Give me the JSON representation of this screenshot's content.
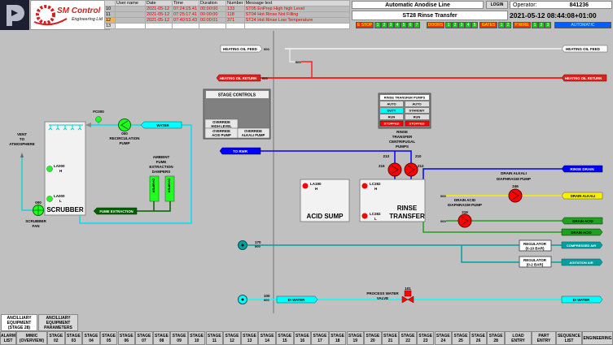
{
  "header": {
    "logo_text": "SM Control",
    "logo_sub": "Engineering Ltd",
    "app_title": "Automatic Anodise Line",
    "login": "LOGIN",
    "operator_label": "Operator:",
    "operator": "841236",
    "screen_title": "ST28 Rinse Transfer",
    "datetime": "2021-05-12 08:44:08+01:00"
  },
  "alarms": {
    "columns": [
      "",
      "User name",
      "Date",
      "Time",
      "Duration",
      "Number",
      "Message text"
    ],
    "rows": [
      {
        "n": "10",
        "user": "",
        "date": "2021-05-12",
        "time": "07:24:15.41",
        "duration": "00:00:00",
        "number": "133",
        "msg": "ST05 EnPrep High high Level"
      },
      {
        "n": "11",
        "user": "",
        "date": "2021-05-12",
        "time": "07:25:17.41",
        "duration": "00:00:00",
        "number": "118",
        "msg": "ST04 Hot Rinse Not Filling"
      },
      {
        "n": "12",
        "user": "",
        "date": "2021-05-12",
        "time": "07:40:53.43",
        "duration": "00:00:01",
        "number": "371",
        "msg": "ST24 Hot Rinse Low Temperature"
      },
      {
        "n": "13",
        "user": "",
        "date": "",
        "time": "",
        "duration": "",
        "number": "",
        "msg": ""
      }
    ]
  },
  "status": {
    "estop": "E STOP",
    "estop_items": [
      "1",
      "2",
      "3",
      "4",
      "5",
      "6",
      "7"
    ],
    "doors": "DOORS",
    "doors_items": [
      "1",
      "2",
      "3",
      "4",
      "5"
    ],
    "gates": "GATES",
    "gates_items": [
      "1",
      "2"
    ],
    "pwire": "P.WIRE",
    "pwire_items": [
      "1",
      "2",
      "3"
    ],
    "mode": "AUTOMATIC"
  },
  "colors": {
    "alarm": "#e00000",
    "heating_return": "#ff2020",
    "rwr": "#0000ff",
    "drain_alkali": "#f8f000",
    "drain_acid": "#20a020",
    "air": "#00a0a0",
    "di_water": "#00ffff",
    "pump_running": "#20ff20",
    "pump_stopped": "#ff0000"
  },
  "mimic": {
    "heating_oil_feed": "HEATING OIL FEED",
    "heating_oil_return": "HEATING OIL RETURN",
    "tag000": "000",
    "stage_controls": {
      "title": "STAGE CONTROLS",
      "override_high_level": [
        "OVERRIDE",
        "HIGH LEVEL"
      ],
      "override_acid": [
        "OVERRIDE",
        "ACID PUMP"
      ],
      "override_alkali": [
        "OVERRIDE",
        "ALKALI PUMP"
      ]
    },
    "pumps_panel": {
      "title": "RINSE TRANSFER PUMPS",
      "p1": [
        "AUTO",
        "DUTY",
        "RUN",
        "STOPPED"
      ],
      "p2": [
        "AUTO",
        "STANDBY",
        "RUN",
        "STOPPED"
      ]
    },
    "pumps_label": [
      "RINSE",
      "TRANSFER",
      "CENTRIFUGAL",
      "PUMPS"
    ],
    "to_rwr": "TO RWR",
    "v213": "213",
    "v210": "210",
    "p215": "215",
    "v212": "212",
    "acid_sump": {
      "label": "ACID SUMP",
      "sensor": "LA190",
      "h": "H"
    },
    "rinse_transfer": {
      "label": [
        "RINSE",
        "TRANSFER"
      ],
      "sensor": "LC282",
      "h": "H",
      "l": "L"
    },
    "rinse_drain": "RINSE DRAIN",
    "drain_alkali": "DRAIN ALKALI",
    "drain_acid": "DRAIN ACID",
    "alkali_pump": {
      "label": [
        "DRAIN ALKALI",
        "DIAPHRAGM PUMP"
      ],
      "id": "246"
    },
    "acid_pump": {
      "label": [
        "DRAIN ACID",
        "DIAPHRAGM PUMP"
      ],
      "id": "219"
    },
    "compressed_air": "COMPRESSED AIR",
    "agitation_air": "AGITATION AIR",
    "v170": "170",
    "reg1": [
      "REGULATOR",
      "(0-10 BAR)"
    ],
    "reg2": [
      "REGULATOR",
      "(0-2 BAR)"
    ],
    "di_water": "DI WATER",
    "v100": "100",
    "process_valve": {
      "label": [
        "PROCESS WATER",
        "VALVE"
      ],
      "id": "101"
    },
    "scrubber": {
      "label": "SCRUBBER",
      "water": "WATER",
      "fc": "FC000",
      "pump": [
        "RECIRCULATION",
        "PUMP"
      ],
      "pump_id": "000",
      "la_h": [
        "LA000",
        "H"
      ],
      "la_l": [
        "LA000",
        "L"
      ],
      "vent": [
        "VENT",
        "TO",
        "ATMOSPHERE"
      ],
      "fan": [
        "SCRUBBER",
        "FAN"
      ],
      "fan_id": "000",
      "fume": "FUME EXTRACTION",
      "dampers_label": [
        "AMBIENT",
        "FUME",
        "EXTRACTION",
        "DAMPERS"
      ],
      "damper": "DAMPER"
    }
  },
  "tabs": [
    "ANCILLIARY\nEQUIPMENT\n(STAGE 28)",
    "ANCILLIARY\nEQUIPMENT\nPARAMETERS"
  ],
  "nav": [
    "ALARM\nLIST",
    "MIMIC\n(OVERVIEW)",
    "STAGE\n02",
    "STAGE\n03",
    "STAGE\n04",
    "STAGE\n05",
    "STAGE\n06",
    "STAGE\n07",
    "STAGE\n08",
    "STAGE\n09",
    "STAGE\n10",
    "STAGE\n11",
    "STAGE\n12",
    "STAGE\n13",
    "STAGE\n14",
    "STAGE\n15",
    "STAGE\n16",
    "STAGE\n17",
    "STAGE\n18",
    "STAGE\n19",
    "STAGE\n20",
    "STAGE\n21",
    "STAGE\n22",
    "STAGE\n23",
    "STAGE\n24",
    "STAGE\n25",
    "STAGE\n26",
    "STAGE\n28",
    "LOAD\nENTRY",
    "PART\nENTRY",
    "SEQUENCE\nLIST",
    "ENGINEERING"
  ]
}
